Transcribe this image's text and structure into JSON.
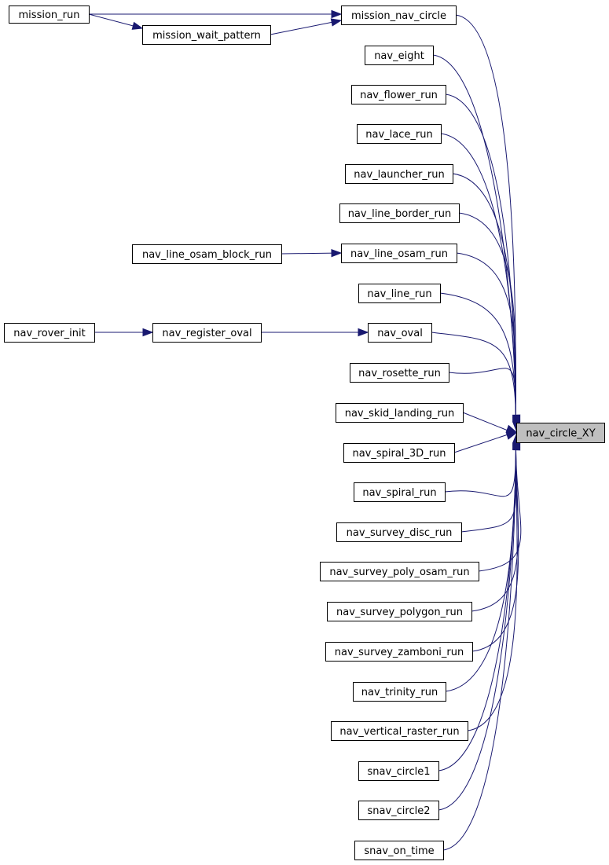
{
  "graph": {
    "target": "nav_circle_XY",
    "nodes": [
      {
        "id": "mission_run",
        "label": "mission_run"
      },
      {
        "id": "mission_wait_pattern",
        "label": "mission_wait_pattern"
      },
      {
        "id": "mission_nav_circle",
        "label": "mission_nav_circle"
      },
      {
        "id": "nav_eight",
        "label": "nav_eight"
      },
      {
        "id": "nav_flower_run",
        "label": "nav_flower_run"
      },
      {
        "id": "nav_lace_run",
        "label": "nav_lace_run"
      },
      {
        "id": "nav_launcher_run",
        "label": "nav_launcher_run"
      },
      {
        "id": "nav_line_border_run",
        "label": "nav_line_border_run"
      },
      {
        "id": "nav_line_osam_block_run",
        "label": "nav_line_osam_block_run"
      },
      {
        "id": "nav_line_osam_run",
        "label": "nav_line_osam_run"
      },
      {
        "id": "nav_line_run",
        "label": "nav_line_run"
      },
      {
        "id": "nav_rover_init",
        "label": "nav_rover_init"
      },
      {
        "id": "nav_register_oval",
        "label": "nav_register_oval"
      },
      {
        "id": "nav_oval",
        "label": "nav_oval"
      },
      {
        "id": "nav_rosette_run",
        "label": "nav_rosette_run"
      },
      {
        "id": "nav_skid_landing_run",
        "label": "nav_skid_landing_run"
      },
      {
        "id": "nav_spiral_3D_run",
        "label": "nav_spiral_3D_run"
      },
      {
        "id": "nav_spiral_run",
        "label": "nav_spiral_run"
      },
      {
        "id": "nav_survey_disc_run",
        "label": "nav_survey_disc_run"
      },
      {
        "id": "nav_survey_poly_osam_run",
        "label": "nav_survey_poly_osam_run"
      },
      {
        "id": "nav_survey_polygon_run",
        "label": "nav_survey_polygon_run"
      },
      {
        "id": "nav_survey_zamboni_run",
        "label": "nav_survey_zamboni_run"
      },
      {
        "id": "nav_trinity_run",
        "label": "nav_trinity_run"
      },
      {
        "id": "nav_vertical_raster_run",
        "label": "nav_vertical_raster_run"
      },
      {
        "id": "snav_circle1",
        "label": "snav_circle1"
      },
      {
        "id": "snav_circle2",
        "label": "snav_circle2"
      },
      {
        "id": "snav_on_time",
        "label": "snav_on_time"
      },
      {
        "id": "nav_circle_XY",
        "label": "nav_circle_XY"
      }
    ],
    "edges": [
      {
        "from": "mission_run",
        "to": "mission_nav_circle"
      },
      {
        "from": "mission_run",
        "to": "mission_wait_pattern"
      },
      {
        "from": "mission_wait_pattern",
        "to": "mission_nav_circle"
      },
      {
        "from": "mission_nav_circle",
        "to": "nav_circle_XY"
      },
      {
        "from": "nav_eight",
        "to": "nav_circle_XY"
      },
      {
        "from": "nav_flower_run",
        "to": "nav_circle_XY"
      },
      {
        "from": "nav_lace_run",
        "to": "nav_circle_XY"
      },
      {
        "from": "nav_launcher_run",
        "to": "nav_circle_XY"
      },
      {
        "from": "nav_line_border_run",
        "to": "nav_circle_XY"
      },
      {
        "from": "nav_line_osam_block_run",
        "to": "nav_line_osam_run"
      },
      {
        "from": "nav_line_osam_run",
        "to": "nav_circle_XY"
      },
      {
        "from": "nav_line_run",
        "to": "nav_circle_XY"
      },
      {
        "from": "nav_rover_init",
        "to": "nav_register_oval"
      },
      {
        "from": "nav_register_oval",
        "to": "nav_oval"
      },
      {
        "from": "nav_oval",
        "to": "nav_circle_XY"
      },
      {
        "from": "nav_rosette_run",
        "to": "nav_circle_XY"
      },
      {
        "from": "nav_skid_landing_run",
        "to": "nav_circle_XY"
      },
      {
        "from": "nav_spiral_3D_run",
        "to": "nav_circle_XY"
      },
      {
        "from": "nav_spiral_run",
        "to": "nav_circle_XY"
      },
      {
        "from": "nav_survey_disc_run",
        "to": "nav_circle_XY"
      },
      {
        "from": "nav_survey_poly_osam_run",
        "to": "nav_circle_XY"
      },
      {
        "from": "nav_survey_polygon_run",
        "to": "nav_circle_XY"
      },
      {
        "from": "nav_survey_zamboni_run",
        "to": "nav_circle_XY"
      },
      {
        "from": "nav_trinity_run",
        "to": "nav_circle_XY"
      },
      {
        "from": "nav_vertical_raster_run",
        "to": "nav_circle_XY"
      },
      {
        "from": "snav_circle1",
        "to": "nav_circle_XY"
      },
      {
        "from": "snav_circle2",
        "to": "nav_circle_XY"
      },
      {
        "from": "snav_on_time",
        "to": "nav_circle_XY"
      }
    ],
    "colors": {
      "edge": "#191970",
      "node_border": "#000000",
      "node_fill": "#ffffff",
      "target_fill": "#bfbfbf"
    }
  }
}
